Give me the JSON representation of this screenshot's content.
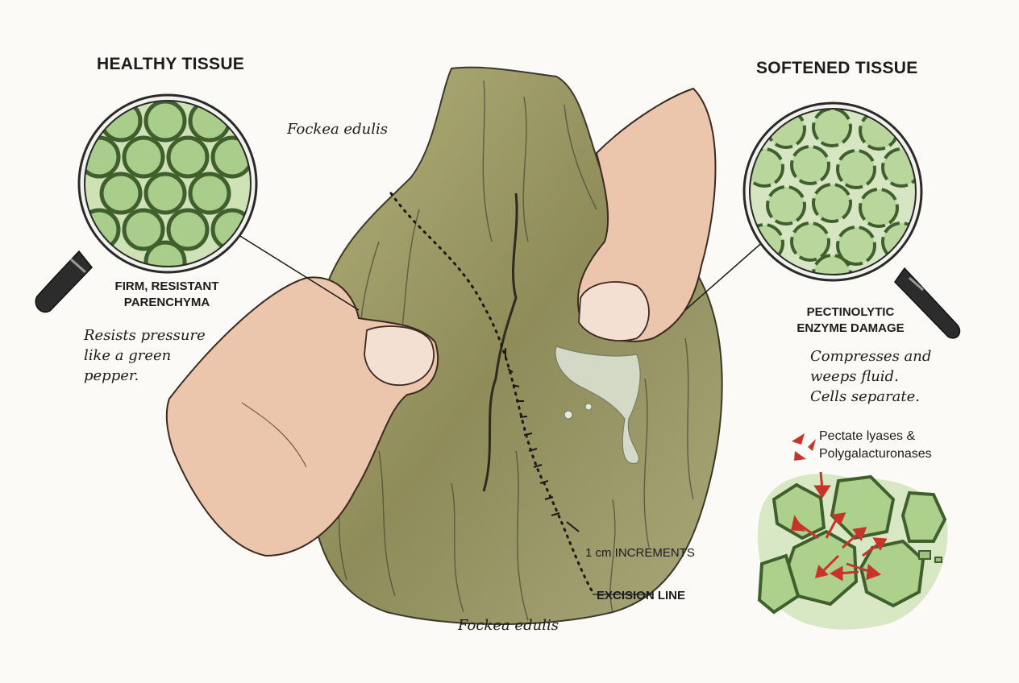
{
  "healthy": {
    "heading": "HEALTHY TISSUE",
    "caption_lines": [
      "FIRM, RESISTANT",
      "PARENCHYMA"
    ],
    "note_lines": [
      "Resists pressure",
      "like a green",
      "pepper."
    ]
  },
  "softened": {
    "heading": "SOFTENED TISSUE",
    "caption_lines": [
      "PECTINOLYTIC",
      "ENZYME DAMAGE"
    ],
    "note_lines": [
      "Compresses and",
      "weeps fluid.",
      "Cells separate."
    ]
  },
  "species_label_top": "Fockea edulis",
  "species_label_bottom": "Fockea edulis",
  "enzyme_lines": [
    "Pectate lyases &",
    "Polygalacturonases"
  ],
  "scale_label": "1 cm INCREMENTS",
  "excision_label": "EXCISION LINE",
  "colors": {
    "cell_green": "#9cc57e",
    "cell_wall": "#3f5f2c",
    "caudex_olive": "#9a9a62",
    "skin": "#e7bfa5",
    "enzyme_arrow": "#c8342a"
  },
  "icons": [
    "magnifier-icon",
    "magnifier-icon",
    "enzyme-arrow-icon"
  ]
}
